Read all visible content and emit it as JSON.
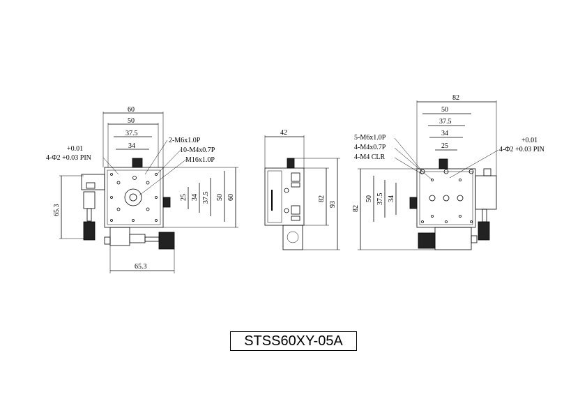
{
  "front_view": {
    "dims_top": [
      "60",
      "50",
      "37.5",
      "34"
    ],
    "dims_right": [
      "25",
      "34",
      "37.5",
      "50",
      "60"
    ],
    "dim_left": "65.3",
    "dim_bottom": "65.3",
    "callouts": [
      "2-M6x1.0P",
      "10-M4x0.7P",
      "M16x1.0P"
    ],
    "pin_tol": "+0.01",
    "pin_spec": "4-Φ2 +0.03 PIN"
  },
  "side_view": {
    "dim_top": "42",
    "dims_right": [
      "82",
      "93"
    ]
  },
  "rear_view": {
    "dims_top": [
      "82",
      "50",
      "37.5",
      "34",
      "25"
    ],
    "dims_left": [
      "82",
      "50",
      "37.5",
      "34"
    ],
    "callouts": [
      "5-M6x1.0P",
      "4-M4x0.7P",
      "4-M4 CLR"
    ],
    "pin_tol": "+0.01",
    "pin_spec": "4-Φ2 +0.03 PIN"
  },
  "model": "STSS60XY-05A"
}
